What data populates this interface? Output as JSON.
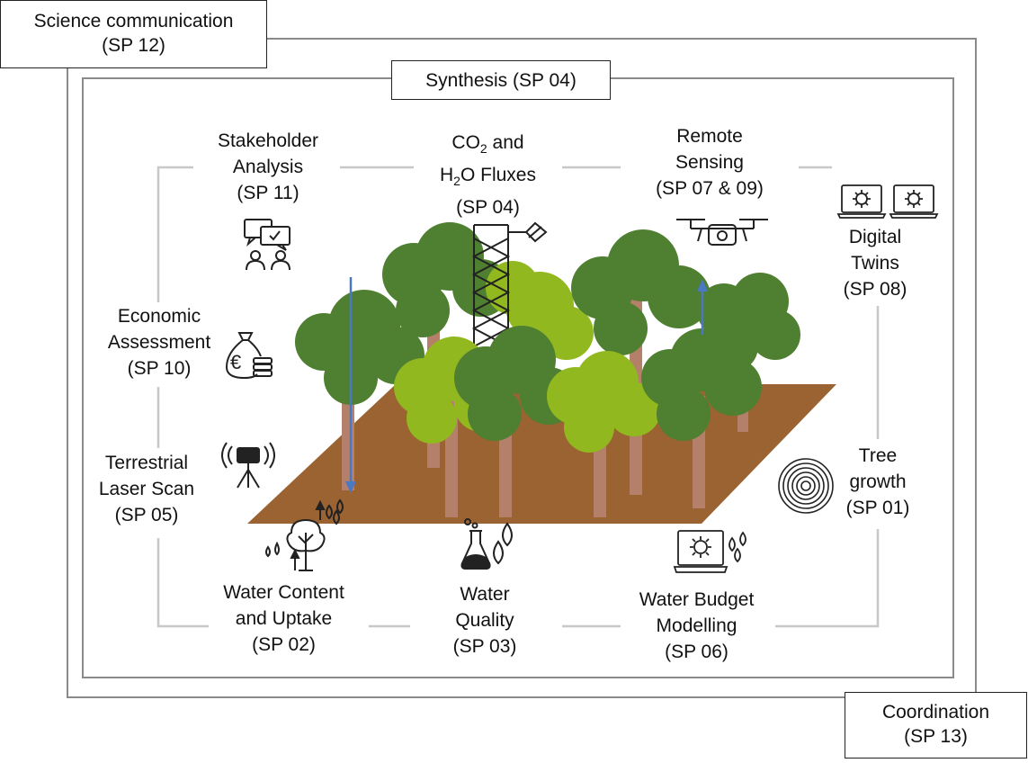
{
  "corner_boxes": {
    "science_communication": {
      "line1": "Science communication",
      "line2": "(SP 12)"
    },
    "synthesis": {
      "line1": "Synthesis (SP 04)"
    },
    "coordination": {
      "line1": "Coordination",
      "line2": "(SP 13)"
    }
  },
  "modules": {
    "stakeholder": {
      "line1": "Stakeholder",
      "line2": "Analysis",
      "line3": "(SP 11)",
      "icon": "stakeholder-meeting-icon"
    },
    "fluxes": {
      "line1_a": "CO",
      "line1_sub": "2",
      "line1_b": " and",
      "line2_a": "H",
      "line2_sub": "2",
      "line2_b": "O Fluxes",
      "line3": "(SP 04)",
      "icon": "flux-tower-icon"
    },
    "remote_sensing": {
      "line1": "Remote",
      "line2": "Sensing",
      "line3": "(SP 07 & 09)",
      "icon": "drone-icon"
    },
    "digital_twins": {
      "line1": "Digital",
      "line2": "Twins",
      "line3": "(SP 08)",
      "icon": "laptop-icon"
    },
    "economic": {
      "line1": "Economic",
      "line2": "Assessment",
      "line3": "(SP 10)",
      "icon": "money-bag-icon"
    },
    "terrestrial": {
      "line1": "Terrestrial",
      "line2": "Laser Scan",
      "line3": "(SP 05)",
      "icon": "laser-scanner-icon"
    },
    "tree_growth": {
      "line1": "Tree",
      "line2": "growth",
      "line3": "(SP 01)",
      "icon": "tree-rings-icon"
    },
    "water_content": {
      "line1": "Water Content",
      "line2": "and Uptake",
      "line3": "(SP 02)",
      "icon": "tree-water-icon"
    },
    "water_quality": {
      "line1": "Water",
      "line2": "Quality",
      "line3": "(SP 03)",
      "icon": "flask-water-icon"
    },
    "water_budget": {
      "line1": "Water Budget",
      "line2": "Modelling",
      "line3": "(SP 06)",
      "icon": "laptop-water-icon"
    }
  },
  "colors": {
    "frame": "#8a8a8a",
    "connector": "#c8c8c8",
    "soil": "#9c6332",
    "trunk": "#b5806a",
    "dark_foliage": "#4f7f30",
    "light_foliage": "#92b81f",
    "arrow": "#4a78c2"
  }
}
